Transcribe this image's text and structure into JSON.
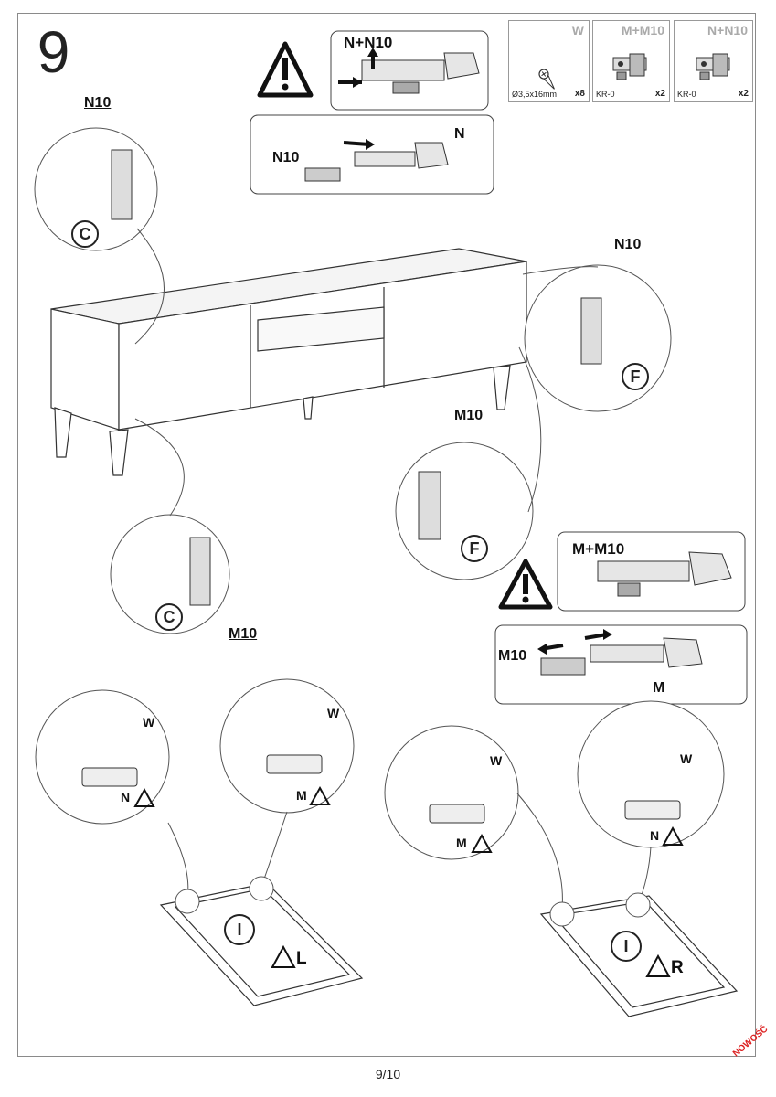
{
  "step": {
    "number": "9"
  },
  "parts": [
    {
      "code": "W",
      "spec": "Ø3,5x16mm",
      "qty": "x8",
      "icon": "screw-icon"
    },
    {
      "code": "M+M10",
      "spec": "KR-0",
      "qty": "x2",
      "icon": "hinge-icon"
    },
    {
      "code": "N+N10",
      "spec": "KR-0",
      "qty": "x2",
      "icon": "hinge-icon"
    }
  ],
  "callouts": {
    "warn_top": "N+N10",
    "assembly_top_left": "N10",
    "assembly_top_right": "N",
    "warn_mid": "M+M10",
    "assembly_mid_left": "M10",
    "assembly_mid_right": "M"
  },
  "labels": {
    "n10_a": "N10",
    "n10_b": "N10",
    "m10_a": "M10",
    "m10_b": "M10",
    "c_top": "C",
    "c_bottom": "C",
    "f_right": "F",
    "f_mid": "F",
    "w1": "W",
    "w2": "W",
    "w3": "W",
    "w4": "W",
    "n_plate1": "N",
    "m_plate1": "M",
    "m_plate2": "M",
    "n_plate2": "N",
    "i_left": "I",
    "i_right": "I",
    "side_left": "L",
    "side_right": "R"
  },
  "footer": {
    "page": "9/10",
    "badge": "NOWOŚĆ"
  }
}
